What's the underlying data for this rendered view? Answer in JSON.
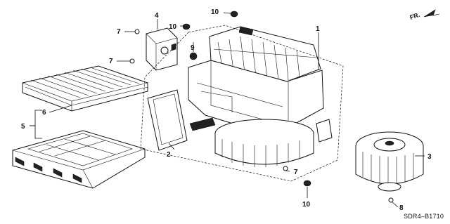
{
  "diagram_code": "SDR4–B1710",
  "direction_label": "FR.",
  "callouts": [
    {
      "id": "c1",
      "label": "1"
    },
    {
      "id": "c2",
      "label": "2"
    },
    {
      "id": "c3",
      "label": "3"
    },
    {
      "id": "c4",
      "label": "4"
    },
    {
      "id": "c5",
      "label": "5"
    },
    {
      "id": "c6",
      "label": "6"
    },
    {
      "id": "c7a",
      "label": "7"
    },
    {
      "id": "c7b",
      "label": "7"
    },
    {
      "id": "c7c",
      "label": "7"
    },
    {
      "id": "c8",
      "label": "8"
    },
    {
      "id": "c9",
      "label": "9"
    },
    {
      "id": "c10a",
      "label": "10"
    },
    {
      "id": "c10b",
      "label": "10"
    },
    {
      "id": "c10c",
      "label": "10"
    }
  ]
}
